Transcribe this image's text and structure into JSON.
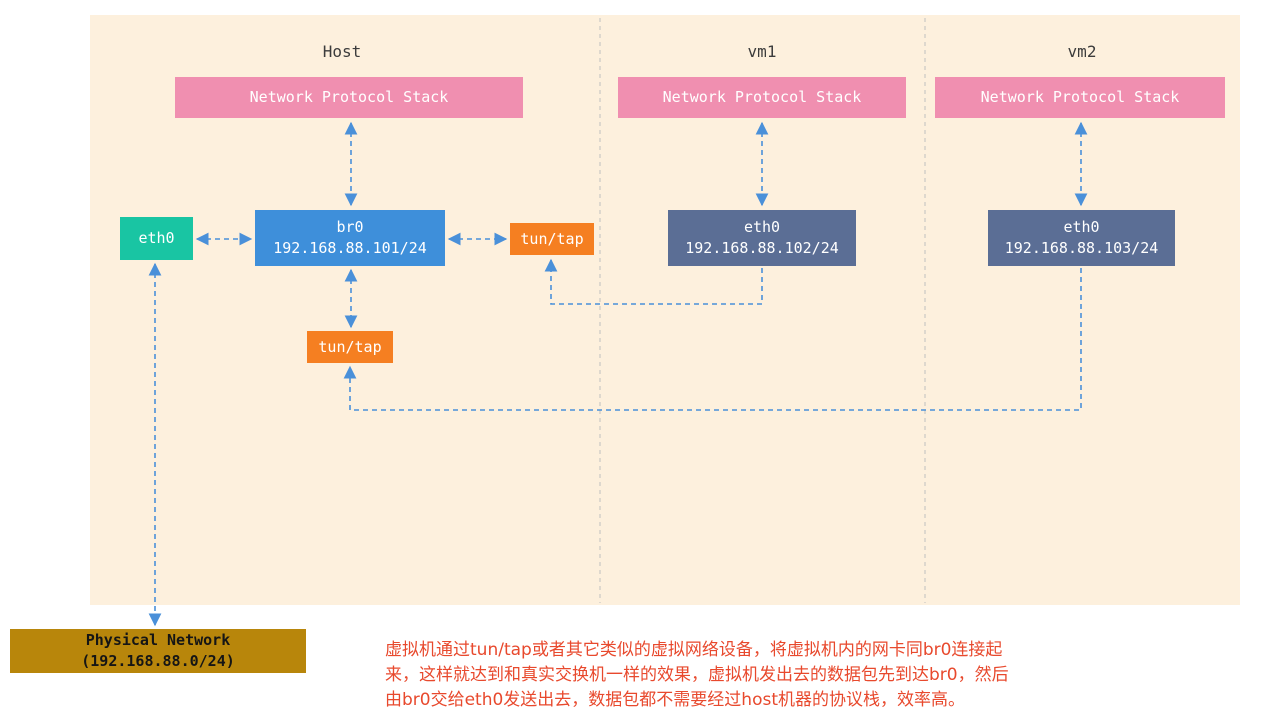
{
  "colors": {
    "canvas_bg": "#fdf0dd",
    "pink": "#f08fb0",
    "green": "#19c5a3",
    "blue": "#3e8fda",
    "orange": "#f57f21",
    "slate": "#5b6e95",
    "gold": "#b8860b",
    "arrow": "#4a90d9",
    "separator": "#bfbfbf",
    "caption_text": "#e8492d",
    "title_text": "#3c3c3c"
  },
  "sections": [
    {
      "title": "Host"
    },
    {
      "title": "vm1"
    },
    {
      "title": "vm2"
    }
  ],
  "nodes": {
    "host_stack": {
      "label": "Network Protocol Stack"
    },
    "vm1_stack": {
      "label": "Network Protocol Stack"
    },
    "vm2_stack": {
      "label": "Network Protocol Stack"
    },
    "host_eth0": {
      "label": "eth0"
    },
    "br0": {
      "name": "br0",
      "ip": "192.168.88.101/24"
    },
    "tuntap_side": {
      "label": "tun/tap"
    },
    "tuntap_bottom": {
      "label": "tun/tap"
    },
    "vm1_eth0": {
      "name": "eth0",
      "ip": "192.168.88.102/24"
    },
    "vm2_eth0": {
      "name": "eth0",
      "ip": "192.168.88.103/24"
    },
    "physical_network": {
      "name": "Physical Network",
      "ip": "(192.168.88.0/24)"
    }
  },
  "caption": {
    "text": "虚拟机通过tun/tap或者其它类似的虚拟网络设备，将虚拟机内的网卡同br0连接起来，这样就达到和真实交换机一样的效果，虚拟机发出去的数据包先到达br0，然后由br0交给eth0发送出去，数据包都不需要经过host机器的协议栈，效率高。"
  }
}
